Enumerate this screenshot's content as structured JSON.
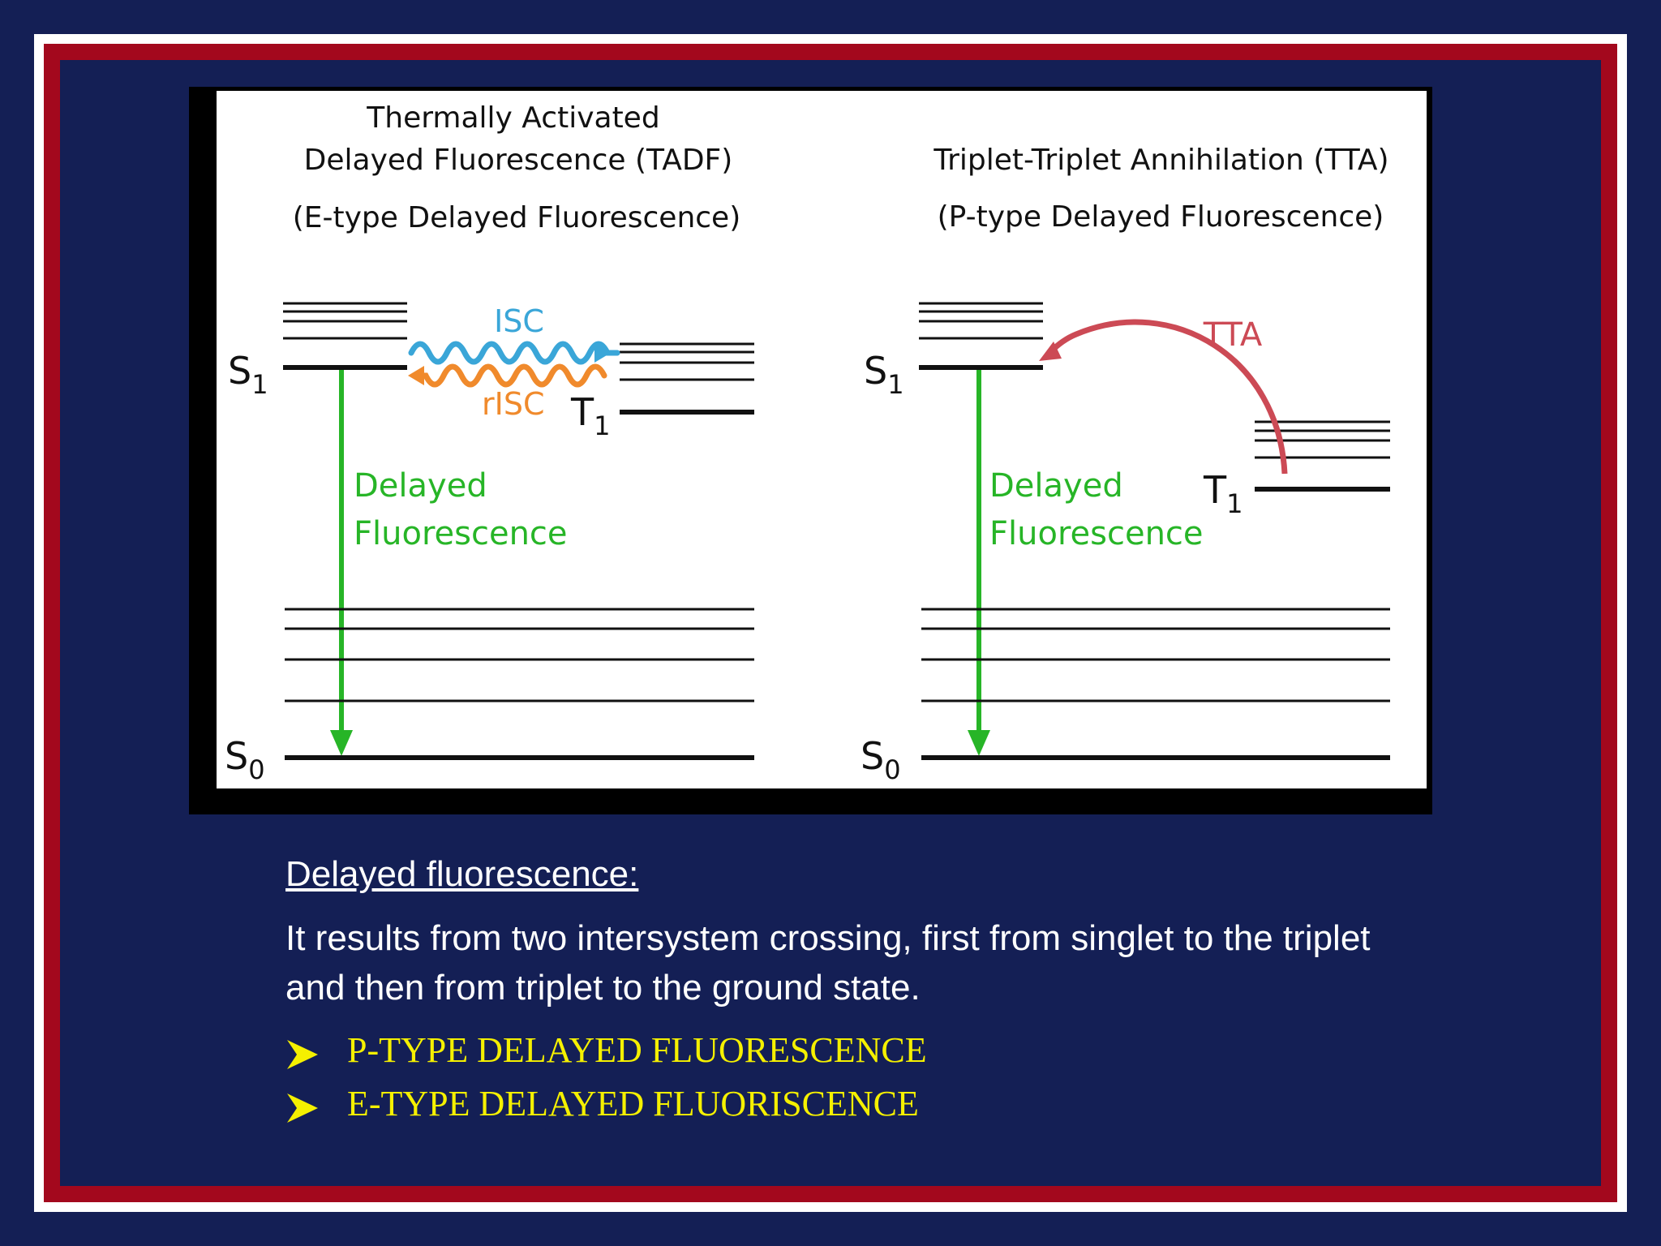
{
  "diagram": {
    "left_panel": {
      "title_line1": "Thermally Activated",
      "title_line2": "Delayed Fluorescence (TADF)",
      "subtitle": "(E-type Delayed Fluorescence)",
      "isc_label": "ISC",
      "risc_label": "rISC",
      "s1_label": "S",
      "s1_sub": "1",
      "t1_label": "T",
      "t1_sub": "1",
      "s0_label": "S",
      "s0_sub": "0",
      "emission_line1": "Delayed",
      "emission_line2": "Fluorescence"
    },
    "right_panel": {
      "title": "Triplet-Triplet Annihilation (TTA)",
      "subtitle": "(P-type Delayed Fluorescence)",
      "tta_label": "TTA",
      "s1_label": "S",
      "s1_sub": "1",
      "t1_label": "T",
      "t1_sub": "1",
      "s0_label": "S",
      "s0_sub": "0",
      "emission_line1": "Delayed",
      "emission_line2": "Fluorescence"
    },
    "colors": {
      "isc": "#3aa6d8",
      "risc": "#f08a2c",
      "emission": "#27b527",
      "tta": "#cc4a55"
    }
  },
  "caption": {
    "heading": "Delayed fluorescence:",
    "body": "It results from two intersystem crossing, first from singlet to the triplet and then from triplet to the ground state.",
    "bullets": [
      "P-TYPE DELAYED FLUORESCENCE",
      "E-TYPE DELAYED FLUORISCENCE"
    ]
  }
}
